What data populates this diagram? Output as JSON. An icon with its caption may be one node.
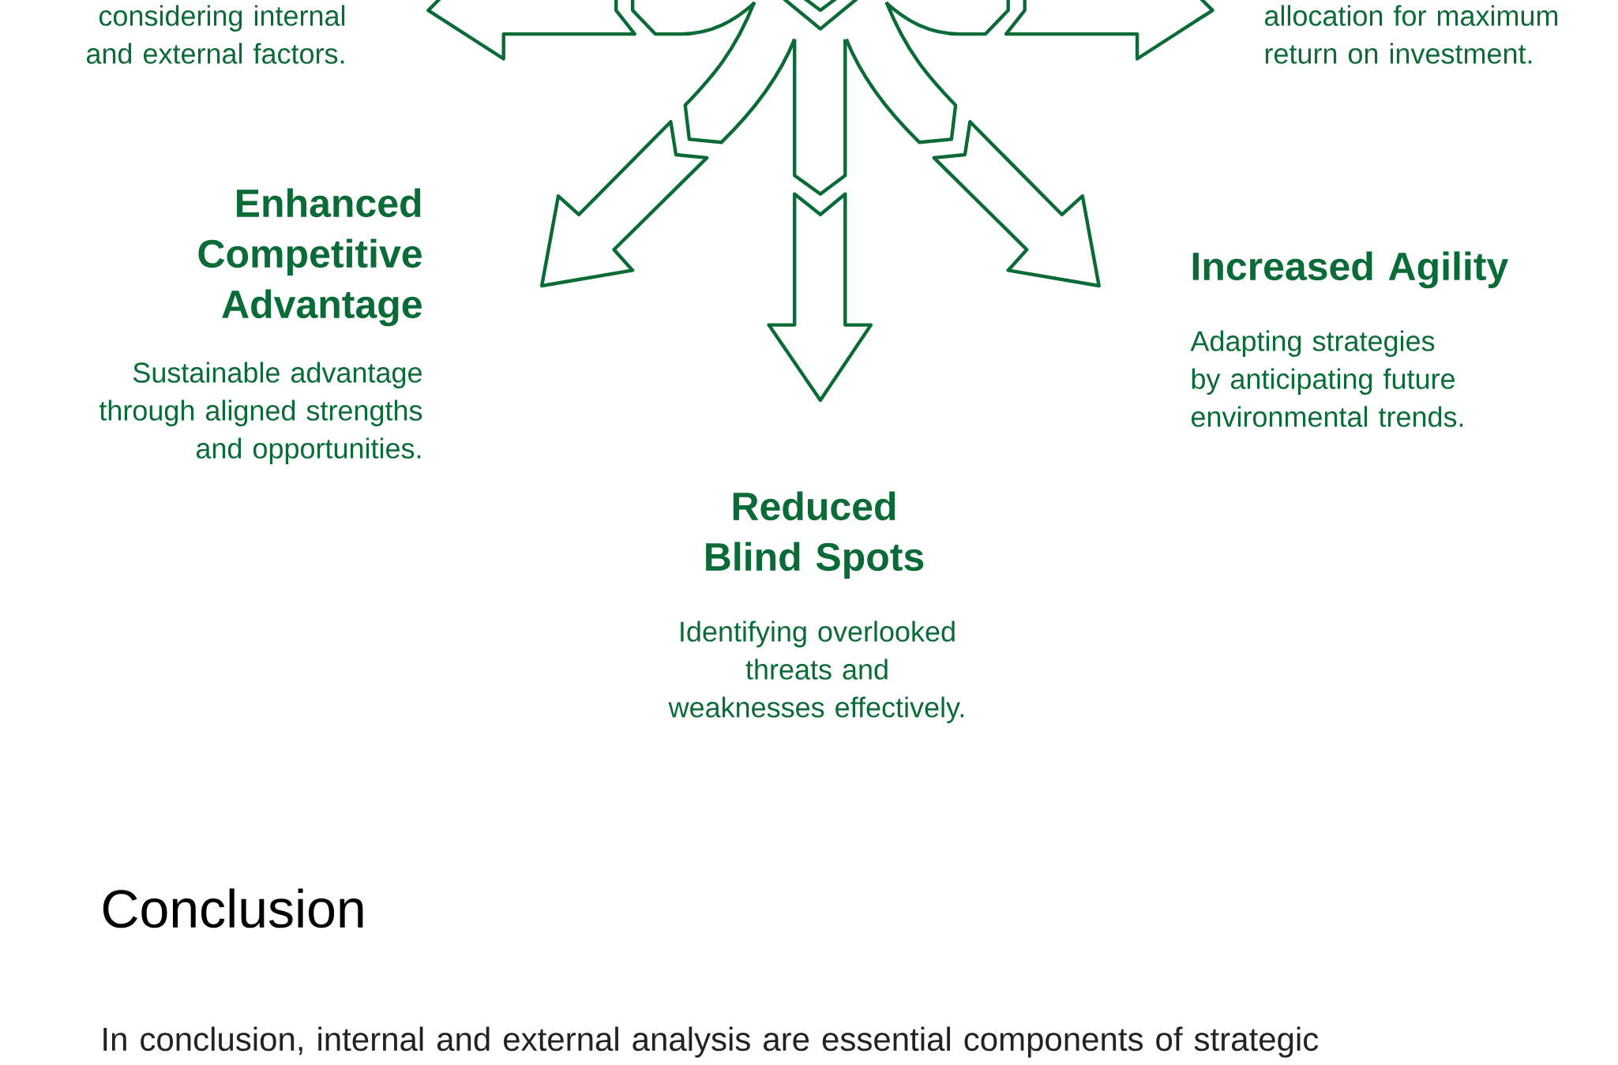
{
  "diagram": {
    "labels": [
      "considering internal and external factors.",
      "allocation for maximum return on investment.",
      "Enhanced Competitive Advantage",
      "Increased Agility",
      "Adapting strategies by anticipating future environmental trends.",
      "Sustainable advantage through aligned strengths and opportunities.",
      "Reduced Blind Spots",
      "Identifying overlooked threats and weaknesses effectively.",
      "Conclusion",
      "In conclusion, internal and external analysis are essential components of strategic"
    ]
  }
}
